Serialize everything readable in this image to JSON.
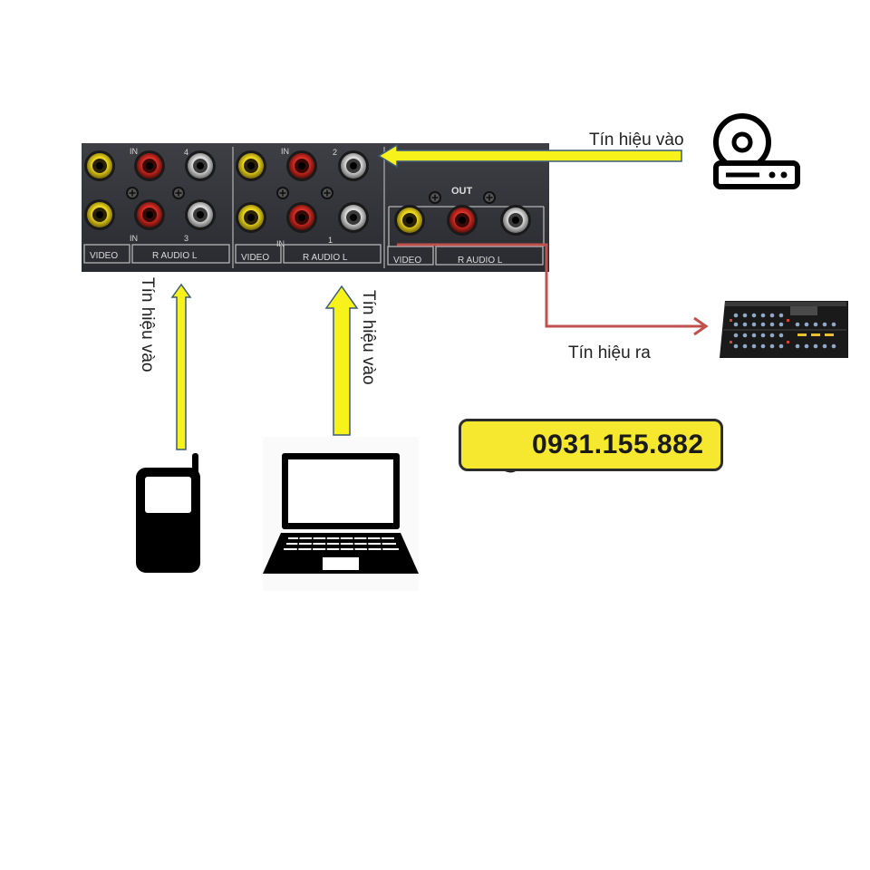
{
  "panel": {
    "group_numbers": [
      "4",
      "2",
      "3",
      "1"
    ],
    "in_label": "IN",
    "out_label": "OUT",
    "footer_video": "VIDEO",
    "footer_audio": "R  AUDIO  L"
  },
  "labels": {
    "input_right": "Tín hiệu vào",
    "input_phone": "Tín hiệu vào",
    "input_laptop": "Tín hiệu vào",
    "output": "Tín hiệu ra"
  },
  "contact": {
    "phone": "0931.155.882",
    "badge_color": "#f5e82e"
  },
  "colors": {
    "input_arrow": "#f6f21a",
    "input_arrow_outline": "#3c5a7a",
    "output_line": "#c0504d",
    "jack_yellow": "#e8d21c",
    "jack_red": "#d12a22",
    "jack_white": "#e8e8e8"
  },
  "icons": [
    "dvd-player-icon",
    "amplifier-icon",
    "mobile-phone-icon",
    "laptop-icon",
    "phone-call-icon"
  ]
}
